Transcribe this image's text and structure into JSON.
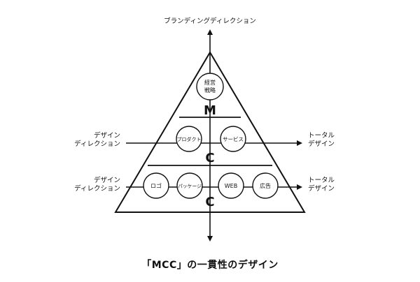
{
  "diagram": {
    "top_label": "ブランディングディレクション",
    "left_labels": [
      {
        "line1": "デザイン",
        "line2": "ディレクション"
      },
      {
        "line1": "デザイン",
        "line2": "ディレクション"
      }
    ],
    "right_labels": [
      {
        "line1": "トータル",
        "line2": "デザイン"
      },
      {
        "line1": "トータル",
        "line2": "デザイン"
      }
    ],
    "tiers": [
      {
        "letter": "M",
        "circles": [
          [
            "経営",
            "戦略"
          ]
        ]
      },
      {
        "letter": "C",
        "circles": [
          [
            "プロダクト"
          ],
          [
            "サービス"
          ]
        ]
      },
      {
        "letter": "C",
        "circles": [
          [
            "ロゴ"
          ],
          [
            "パッケージ"
          ],
          [
            "WEB"
          ],
          [
            "広告"
          ]
        ]
      }
    ],
    "caption": "「MCC」の一貫性のデザイン"
  }
}
